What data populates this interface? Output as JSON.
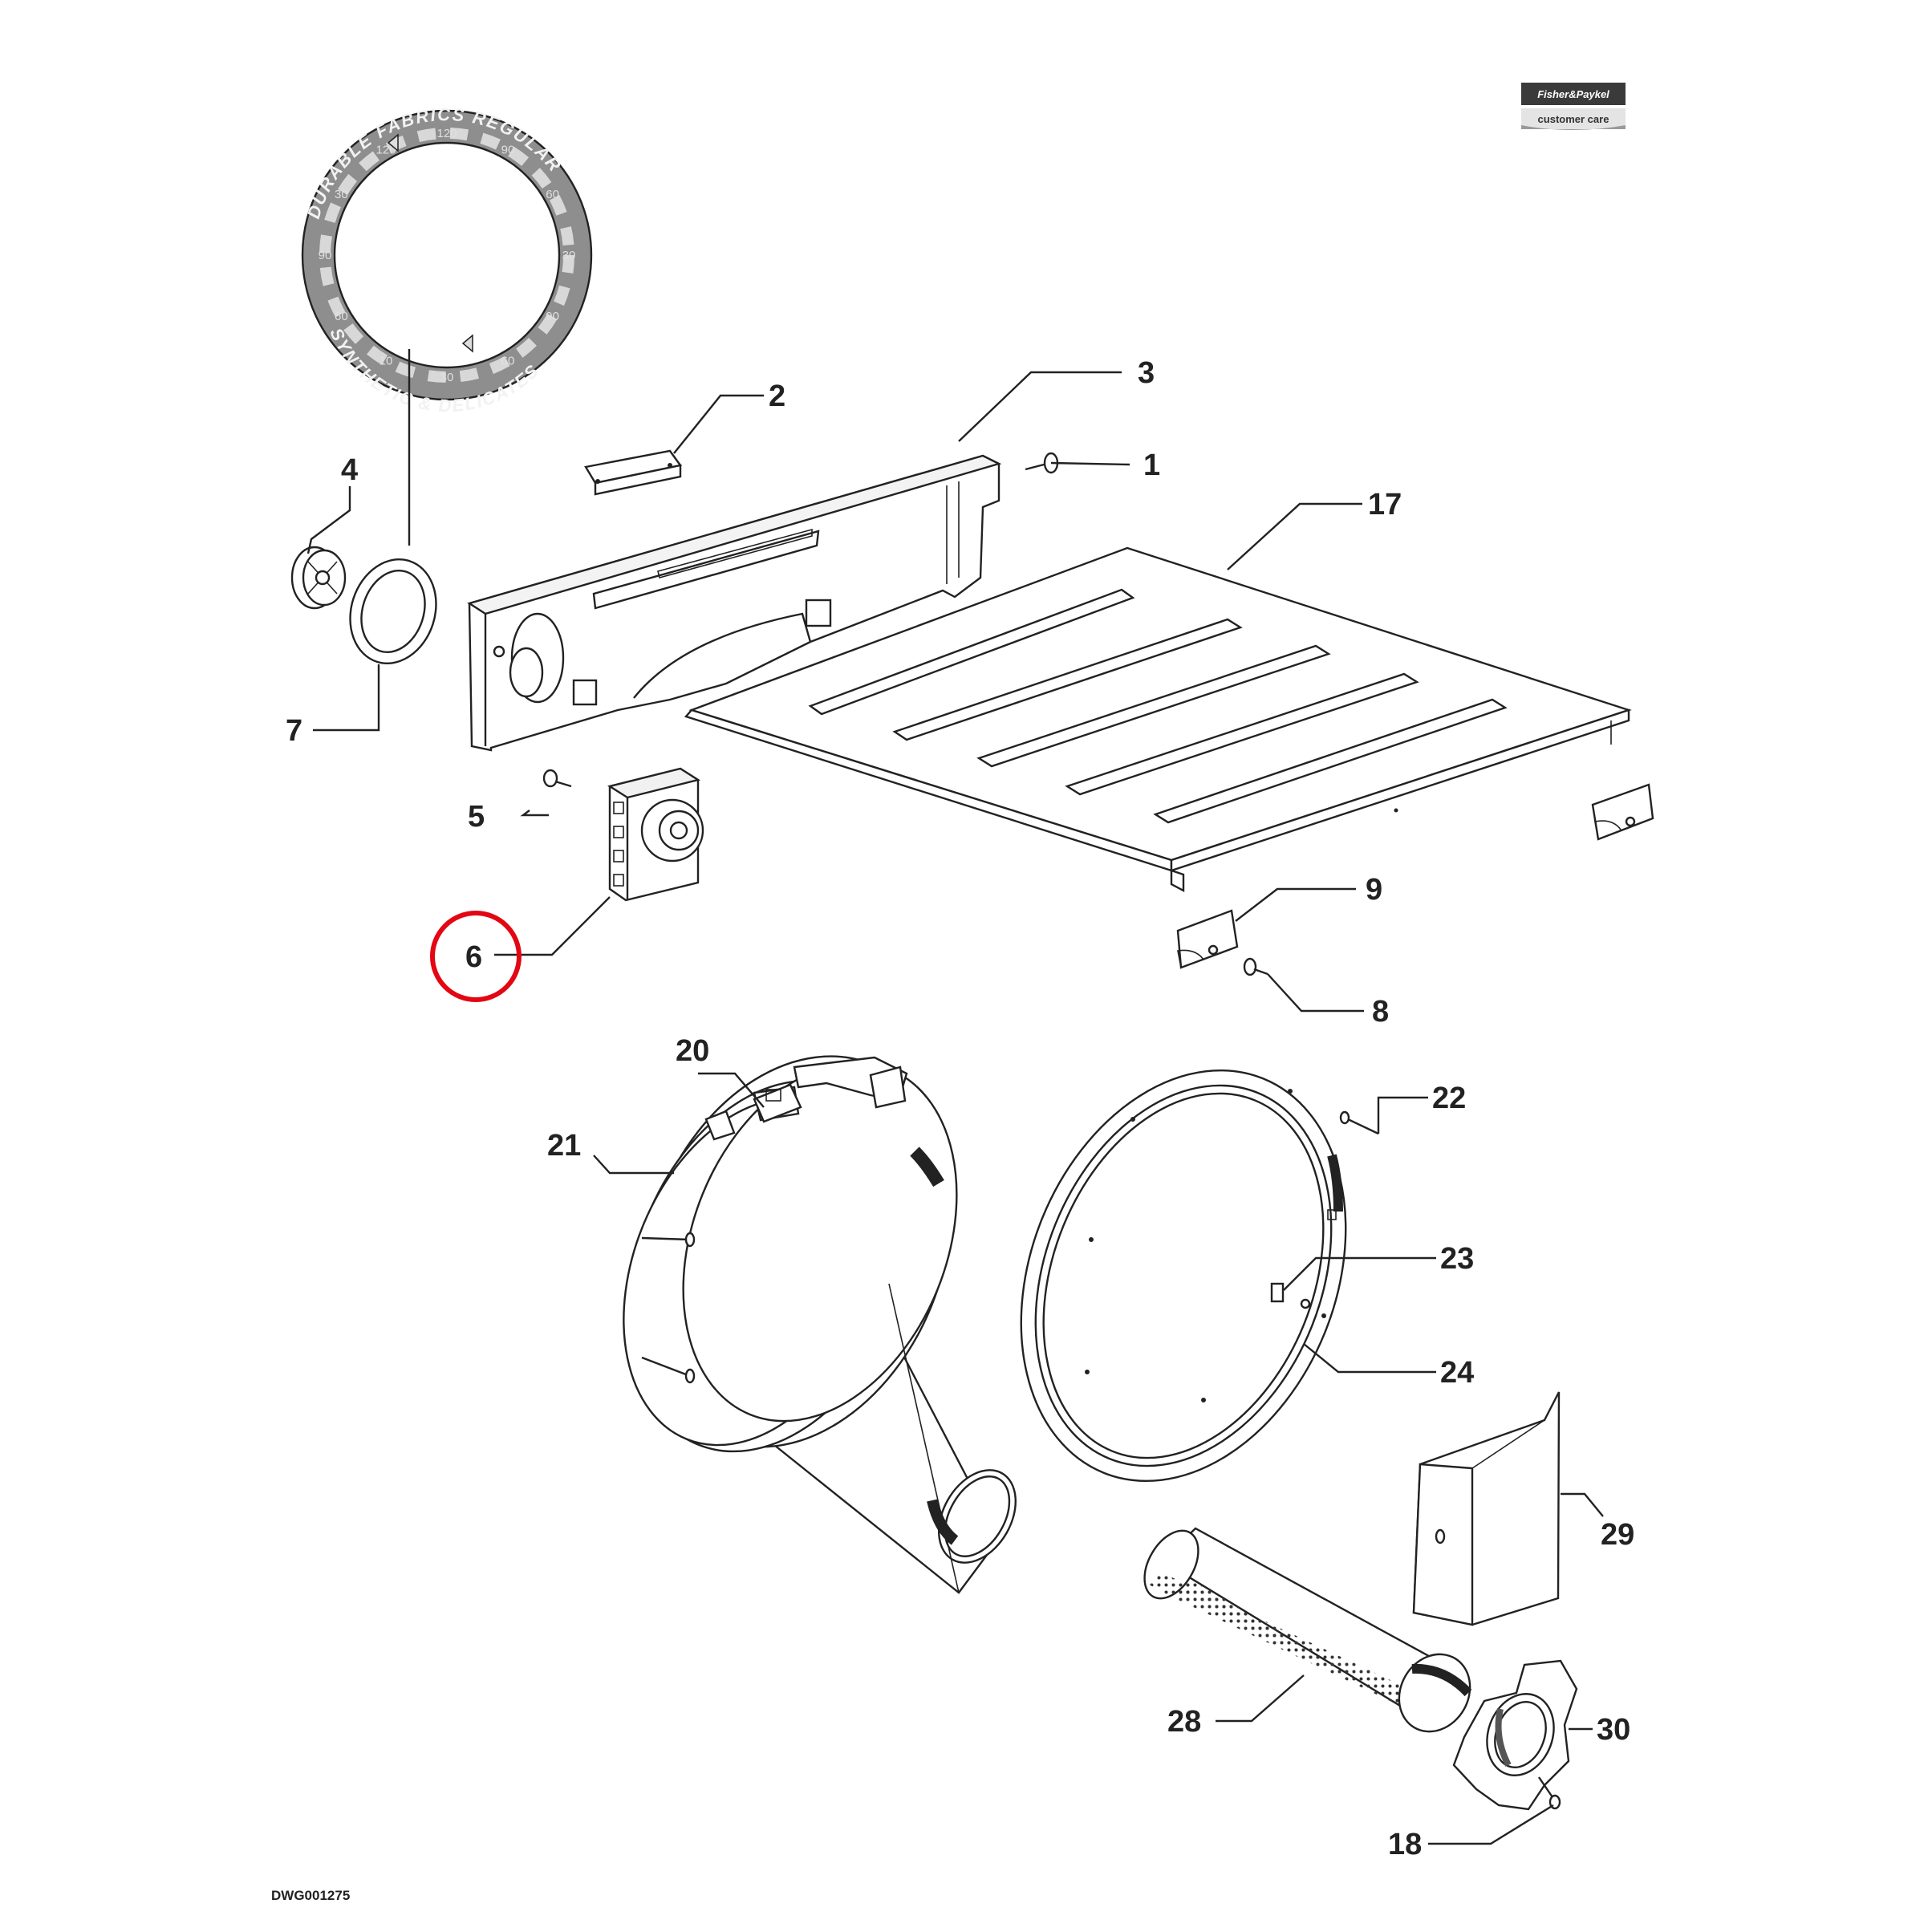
{
  "drawing_id": "DWG001275",
  "brand": {
    "name": "Fisher&Paykel",
    "tagline": "customer care"
  },
  "dial_ring": {
    "text_upper": "DURABLE FABRICS REGULAR",
    "text_lower": "SYNTHETIC & DELICATES",
    "numbers": [
      "120",
      "90",
      "60",
      "30",
      "90",
      "60",
      "30",
      "10",
      "60",
      "90",
      "30",
      "120"
    ]
  },
  "highlight": {
    "part": "6",
    "color": "#e30613"
  },
  "callouts": [
    {
      "id": "1",
      "label": "1"
    },
    {
      "id": "2",
      "label": "2"
    },
    {
      "id": "3",
      "label": "3"
    },
    {
      "id": "4",
      "label": "4"
    },
    {
      "id": "5",
      "label": "5"
    },
    {
      "id": "6",
      "label": "6"
    },
    {
      "id": "7",
      "label": "7"
    },
    {
      "id": "8",
      "label": "8"
    },
    {
      "id": "9",
      "label": "9"
    },
    {
      "id": "17",
      "label": "17"
    },
    {
      "id": "18",
      "label": "18"
    },
    {
      "id": "20",
      "label": "20"
    },
    {
      "id": "21",
      "label": "21"
    },
    {
      "id": "22",
      "label": "22"
    },
    {
      "id": "23",
      "label": "23"
    },
    {
      "id": "24",
      "label": "24"
    },
    {
      "id": "28",
      "label": "28"
    },
    {
      "id": "29",
      "label": "29"
    },
    {
      "id": "30",
      "label": "30"
    }
  ]
}
